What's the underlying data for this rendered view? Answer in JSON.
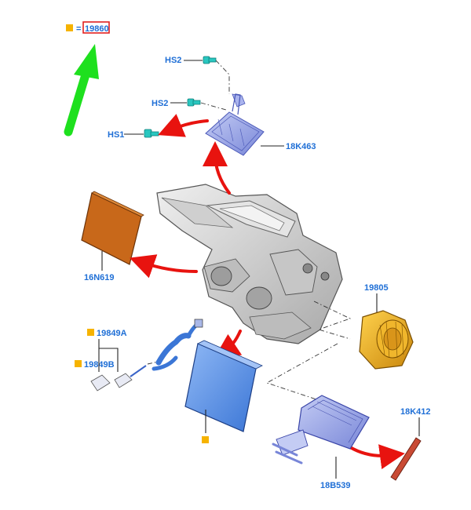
{
  "legend": {
    "equals": "=",
    "main_part": "19860",
    "marker_color": "#f6b300"
  },
  "parts": {
    "hs2_top": "HS2",
    "hs2_mid": "HS2",
    "hs1": "HS1",
    "module": "18K463",
    "filter": "16N619",
    "blower": "19805",
    "sensor_a": "19849A",
    "sensor_b": "19849B",
    "heater_core": "18B539",
    "seal": "18K412"
  },
  "colors": {
    "label": "#1f6fd6",
    "highlight_box": "#e02020",
    "big_arrow": "#1ee01e",
    "flow_arrow": "#e8130f",
    "filter": "#c8681a",
    "evaporator": "#5b94e6",
    "blower": "#e5a51c",
    "housing": "#d6d6d6",
    "clip": "#29c7c0"
  },
  "icons": [
    "square-marker-icon",
    "green-up-arrow-icon",
    "red-flow-arrow-icon",
    "screw-clip-icon"
  ]
}
